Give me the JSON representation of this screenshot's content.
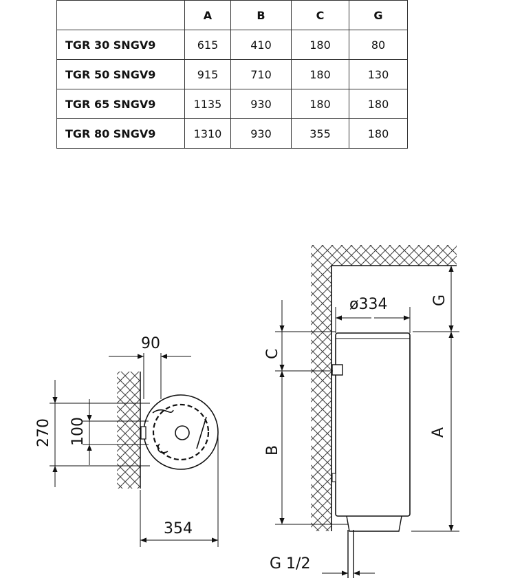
{
  "table": {
    "headers": [
      "",
      "A",
      "B",
      "C",
      "G"
    ],
    "rows": [
      [
        "TGR 30 SNGV9",
        "615",
        "410",
        "180",
        "80"
      ],
      [
        "TGR 50 SNGV9",
        "915",
        "710",
        "180",
        "130"
      ],
      [
        "TGR 65 SNGV9",
        "1135",
        "930",
        "180",
        "180"
      ],
      [
        "TGR 80 SNGV9",
        "1310",
        "930",
        "355",
        "180"
      ]
    ]
  },
  "top_view": {
    "dim_90": "90",
    "dim_270": "270",
    "dim_100": "100",
    "dim_354": "354"
  },
  "side_view": {
    "diameter": "ø334",
    "label_g": "G",
    "label_c": "C",
    "label_a": "A",
    "label_b": "B",
    "pipe": "G 1/2"
  }
}
